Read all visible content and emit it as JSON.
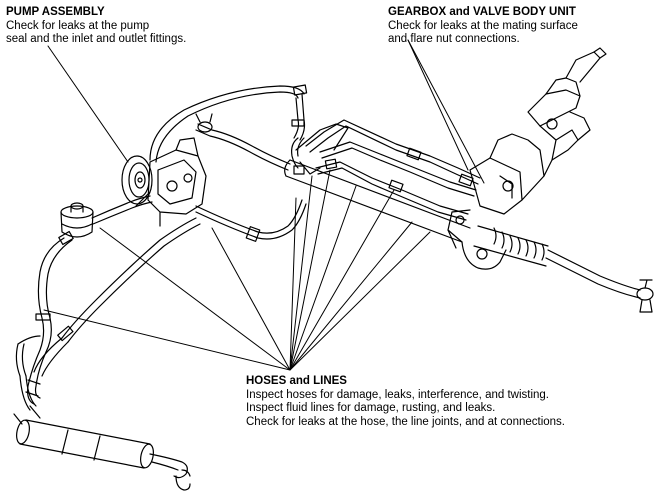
{
  "callouts": {
    "pump": {
      "title": "PUMP ASSEMBLY",
      "lines": [
        "Check for leaks at the pump",
        "seal and the inlet and outlet fittings."
      ]
    },
    "gearbox": {
      "title": "GEARBOX and VALVE BODY UNIT",
      "lines": [
        "Check for leaks at the mating surface",
        "and flare nut connections."
      ]
    },
    "hoses": {
      "title": "HOSES and LINES",
      "lines": [
        "Inspect hoses for damage, leaks, interference, and twisting.",
        "Inspect fluid lines for damage, rusting, and leaks.",
        "Check for leaks at the hose, the line joints, and at connections."
      ]
    }
  },
  "colors": {
    "ink": "#000000",
    "paper": "#ffffff"
  }
}
